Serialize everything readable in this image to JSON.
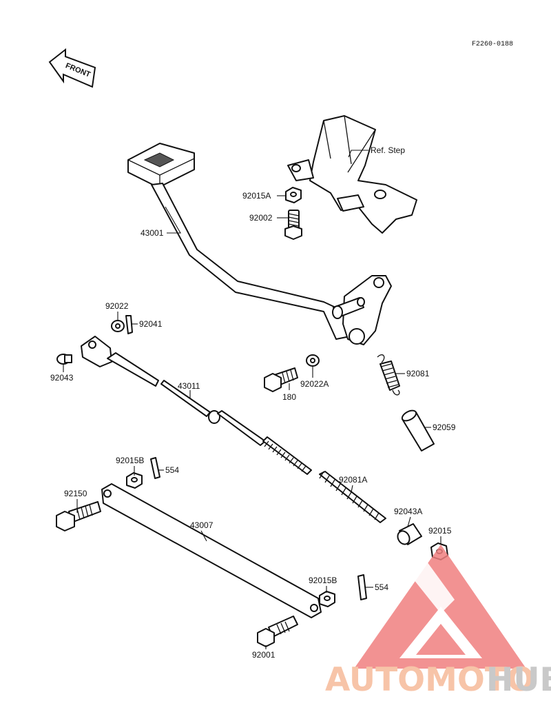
{
  "figure_code": "F2260-0188",
  "front_arrow": {
    "label": "FRONT",
    "icon": "front-arrow-icon"
  },
  "parts": {
    "ref_step": "Ref. Step",
    "p92015A": "92015A",
    "p92002": "92002",
    "p43001": "43001",
    "p92022": "92022",
    "p92041": "92041",
    "p92043": "92043",
    "p43011": "43011",
    "p180": "180",
    "p92022A": "92022A",
    "p92081": "92081",
    "p92059": "92059",
    "p92015B_top": "92015B",
    "p554_top": "554",
    "p92150": "92150",
    "p92081A": "92081A",
    "p43007": "43007",
    "p92043A": "92043A",
    "p92015": "92015",
    "p92015B_bottom": "92015B",
    "p554_bottom": "554",
    "p92001": "92001"
  },
  "watermark": {
    "text_part1": "AUTOMOTO",
    "text_part2": "HUB",
    "color_part1": "#f7c4a8",
    "color_part2": "#c9c9c9",
    "logo_color": "#f08080"
  }
}
